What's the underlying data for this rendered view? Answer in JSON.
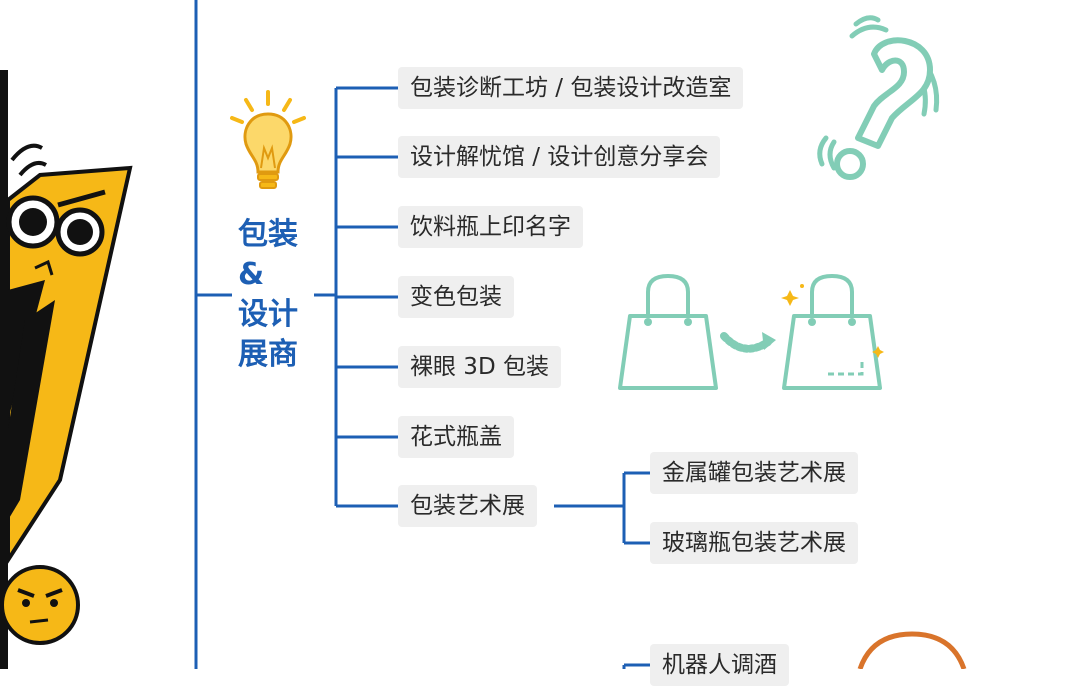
{
  "category": {
    "line1": "包装",
    "line2": "&",
    "line3": "设计",
    "line4": "展商"
  },
  "branches": [
    {
      "label": "包装诊断工坊 / 包装设计改造室"
    },
    {
      "label": "设计解忧馆 / 设计创意分享会"
    },
    {
      "label": "饮料瓶上印名字"
    },
    {
      "label": "变色包装"
    },
    {
      "label": "裸眼 3D 包装"
    },
    {
      "label": "花式瓶盖"
    },
    {
      "label": "包装艺术展"
    }
  ],
  "sub_branches": [
    {
      "label": "金属罐包装艺术展"
    },
    {
      "label": "玻璃瓶包装艺术展"
    }
  ],
  "next_section": {
    "first_item": "机器人调酒"
  },
  "colors": {
    "line": "#1d5fb4",
    "title": "#1d5fb4",
    "node_bg": "#efefef",
    "mascot_yellow": "#f6b817",
    "illustration_teal": "#82cdb6",
    "accent_orange": "#d9742b"
  },
  "icons": [
    "lightbulb-icon",
    "question-mark-icon",
    "shopping-bag-icon",
    "curved-arrow-icon",
    "sparkle-icon",
    "mascot-character",
    "emoji-face"
  ]
}
